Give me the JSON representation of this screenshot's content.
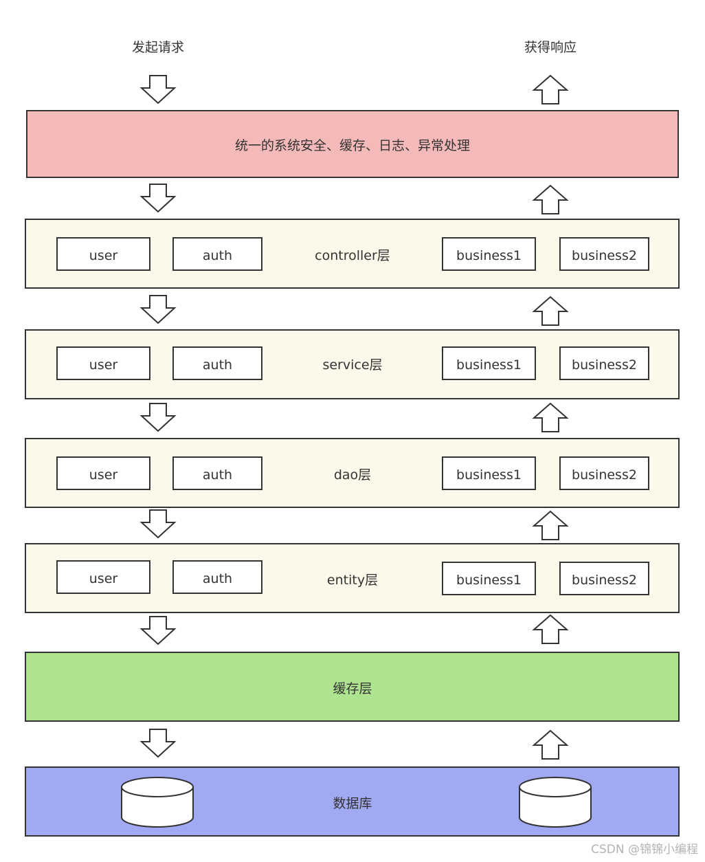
{
  "top": {
    "request_label": "发起请求",
    "response_label": "获得响应"
  },
  "layers": [
    {
      "key": "cross",
      "title": "统一的系统安全、缓存、日志、异常处理",
      "fill": "#f4b9b9",
      "modules": []
    },
    {
      "key": "controller",
      "title": "controller层",
      "fill": "#fbf9ea",
      "modules": [
        "user",
        "auth",
        "business1",
        "business2"
      ]
    },
    {
      "key": "service",
      "title": "service层",
      "fill": "#fbf9ea",
      "modules": [
        "user",
        "auth",
        "business1",
        "business2"
      ]
    },
    {
      "key": "dao",
      "title": "dao层",
      "fill": "#fbf9ea",
      "modules": [
        "user",
        "auth",
        "business1",
        "business2"
      ]
    },
    {
      "key": "entity",
      "title": "entity层",
      "fill": "#fbf9ea",
      "modules": [
        "user",
        "auth",
        "business1",
        "business2"
      ]
    },
    {
      "key": "cache",
      "title": "缓存层",
      "fill": "#aee490",
      "modules": []
    },
    {
      "key": "database",
      "title": "数据库",
      "fill": "#a1a9f2",
      "modules": [],
      "icons": [
        "database-icon",
        "database-icon"
      ]
    }
  ],
  "colors": {
    "stroke": "#333333",
    "text": "#333333",
    "module_fill": "#ffffff"
  },
  "watermark": "CSDN @锦锦小编程"
}
